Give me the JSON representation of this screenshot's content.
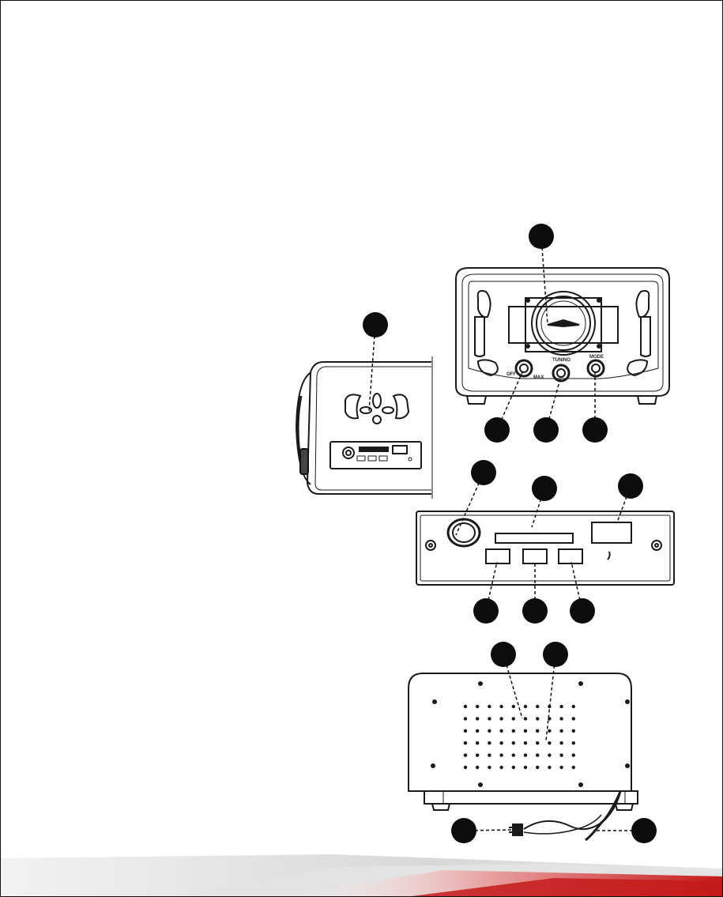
{
  "colors": {
    "ink": "#1a1a1a",
    "callout": "#0d0d0d",
    "page_background": "#ffffff",
    "footer_red": "#cc1f1f",
    "footer_grey": "#d4d4d4"
  },
  "front_panel": {
    "knob_labels": {
      "left_off": "OFF",
      "left_max": "MAX",
      "center": "TUNING",
      "right": "MODE"
    }
  },
  "callouts": {
    "side_view": 1,
    "front_view": 4,
    "module_panel": 6,
    "module_buttons": 3,
    "back_panel": 2,
    "power_cord": 2
  }
}
